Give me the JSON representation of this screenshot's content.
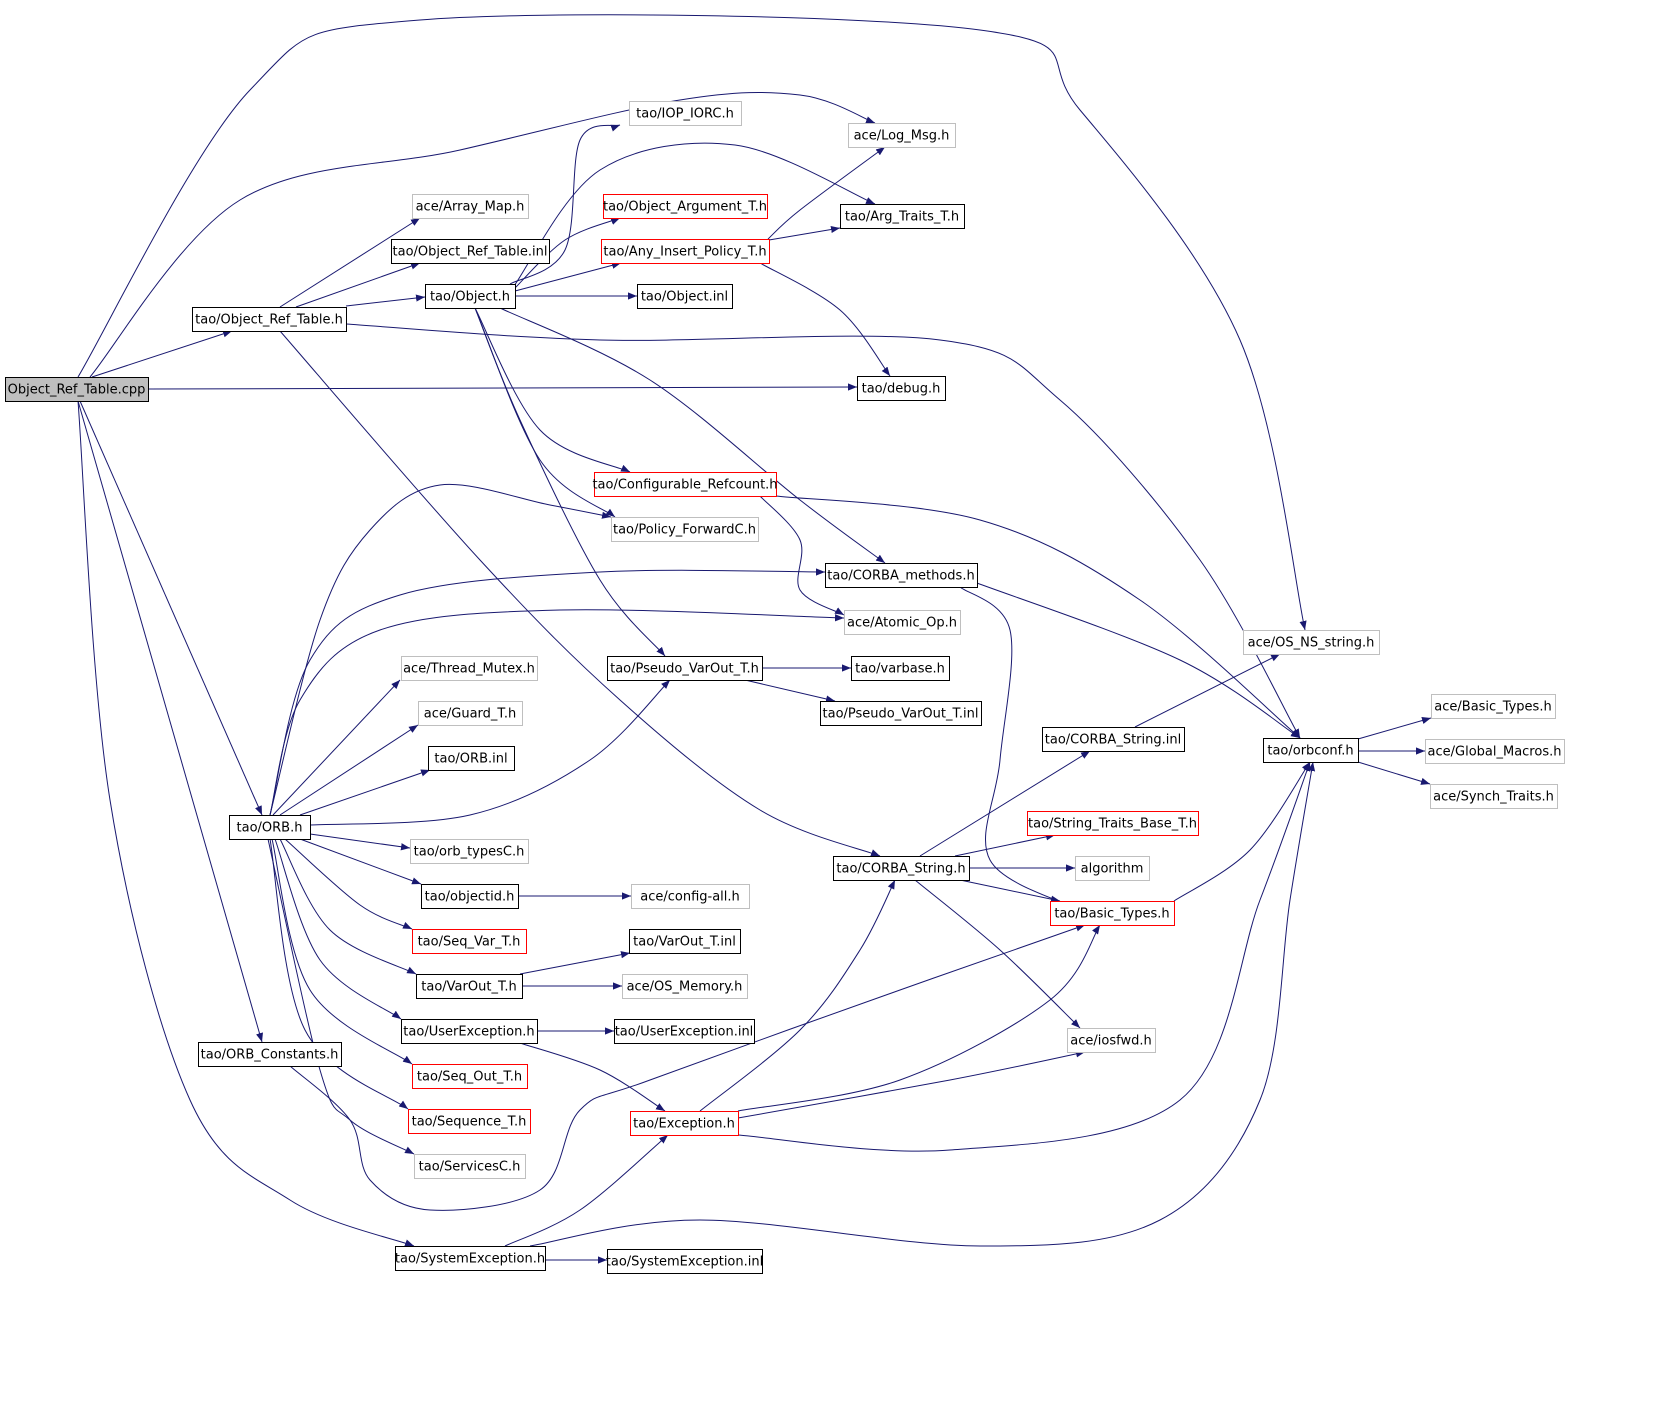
{
  "diagram": {
    "colors": {
      "edge": "#191970",
      "root_fill": "#bfbfbf",
      "border_normal": "#000000",
      "border_missing": "#bfbfbf",
      "border_truncated": "#ff0000"
    },
    "nodes": {
      "cpp": {
        "label": "Object_Ref_Table.cpp",
        "kind": "root"
      },
      "ort_h": {
        "label": "tao/Object_Ref_Table.h",
        "kind": "normal"
      },
      "orb_h": {
        "label": "tao/ORB.h",
        "kind": "normal"
      },
      "orb_constants": {
        "label": "tao/ORB_Constants.h",
        "kind": "normal"
      },
      "sysex_h": {
        "label": "tao/SystemException.h",
        "kind": "normal"
      },
      "array_map": {
        "label": "ace/Array_Map.h",
        "kind": "missing"
      },
      "ort_inl": {
        "label": "tao/Object_Ref_Table.inl",
        "kind": "normal"
      },
      "object_h": {
        "label": "tao/Object.h",
        "kind": "normal"
      },
      "iop_iorc": {
        "label": "tao/IOP_IORC.h",
        "kind": "missing"
      },
      "obj_arg": {
        "label": "tao/Object_Argument_T.h",
        "kind": "truncated"
      },
      "any_insert": {
        "label": "tao/Any_Insert_Policy_T.h",
        "kind": "truncated"
      },
      "object_inl": {
        "label": "tao/Object.inl",
        "kind": "normal"
      },
      "log_msg": {
        "label": "ace/Log_Msg.h",
        "kind": "missing"
      },
      "arg_traits": {
        "label": "tao/Arg_Traits_T.h",
        "kind": "normal"
      },
      "debug_h": {
        "label": "tao/debug.h",
        "kind": "normal"
      },
      "conf_refcount": {
        "label": "tao/Configurable_Refcount.h",
        "kind": "truncated"
      },
      "policy_fwd": {
        "label": "tao/Policy_ForwardC.h",
        "kind": "missing"
      },
      "corba_methods": {
        "label": "tao/CORBA_methods.h",
        "kind": "normal"
      },
      "atomic_op": {
        "label": "ace/Atomic_Op.h",
        "kind": "missing"
      },
      "os_ns_string": {
        "label": "ace/OS_NS_string.h",
        "kind": "missing"
      },
      "thread_mutex": {
        "label": "ace/Thread_Mutex.h",
        "kind": "missing"
      },
      "guard_t": {
        "label": "ace/Guard_T.h",
        "kind": "missing"
      },
      "orb_inl": {
        "label": "tao/ORB.inl",
        "kind": "normal"
      },
      "pseudo_varout": {
        "label": "tao/Pseudo_VarOut_T.h",
        "kind": "normal"
      },
      "varbase": {
        "label": "tao/varbase.h",
        "kind": "normal"
      },
      "pseudo_varout_inl": {
        "label": "tao/Pseudo_VarOut_T.inl",
        "kind": "normal"
      },
      "corba_string_inl": {
        "label": "tao/CORBA_String.inl",
        "kind": "normal"
      },
      "orbconf": {
        "label": "tao/orbconf.h",
        "kind": "normal"
      },
      "basic_types_ace": {
        "label": "ace/Basic_Types.h",
        "kind": "missing"
      },
      "global_macros": {
        "label": "ace/Global_Macros.h",
        "kind": "missing"
      },
      "synch_traits": {
        "label": "ace/Synch_Traits.h",
        "kind": "missing"
      },
      "string_traits": {
        "label": "tao/String_Traits_Base_T.h",
        "kind": "truncated"
      },
      "orb_typesc": {
        "label": "tao/orb_typesC.h",
        "kind": "missing"
      },
      "corba_string": {
        "label": "tao/CORBA_String.h",
        "kind": "normal"
      },
      "algorithm": {
        "label": "algorithm",
        "kind": "missing"
      },
      "objectid": {
        "label": "tao/objectid.h",
        "kind": "normal"
      },
      "config_all": {
        "label": "ace/config-all.h",
        "kind": "missing"
      },
      "basic_types_tao": {
        "label": "tao/Basic_Types.h",
        "kind": "truncated"
      },
      "seq_var": {
        "label": "tao/Seq_Var_T.h",
        "kind": "truncated"
      },
      "varout_inl": {
        "label": "tao/VarOut_T.inl",
        "kind": "normal"
      },
      "varout": {
        "label": "tao/VarOut_T.h",
        "kind": "normal"
      },
      "os_memory": {
        "label": "ace/OS_Memory.h",
        "kind": "missing"
      },
      "userex": {
        "label": "tao/UserException.h",
        "kind": "normal"
      },
      "userex_inl": {
        "label": "tao/UserException.inl",
        "kind": "normal"
      },
      "iosfwd": {
        "label": "ace/iosfwd.h",
        "kind": "missing"
      },
      "seq_out": {
        "label": "tao/Seq_Out_T.h",
        "kind": "truncated"
      },
      "sequence_t": {
        "label": "tao/Sequence_T.h",
        "kind": "truncated"
      },
      "exception": {
        "label": "tao/Exception.h",
        "kind": "truncated"
      },
      "servicesc": {
        "label": "tao/ServicesC.h",
        "kind": "missing"
      },
      "sysex_inl": {
        "label": "tao/SystemException.inl",
        "kind": "normal"
      }
    },
    "edges": [
      [
        "cpp",
        "os_ns_string"
      ],
      [
        "cpp",
        "log_msg"
      ],
      [
        "cpp",
        "ort_h"
      ],
      [
        "cpp",
        "debug_h"
      ],
      [
        "cpp",
        "orb_h"
      ],
      [
        "cpp",
        "orb_constants"
      ],
      [
        "cpp",
        "sysex_h"
      ],
      [
        "ort_h",
        "array_map"
      ],
      [
        "ort_h",
        "ort_inl"
      ],
      [
        "ort_h",
        "object_h"
      ],
      [
        "ort_h",
        "orbconf"
      ],
      [
        "ort_h",
        "corba_string"
      ],
      [
        "object_h",
        "iop_iorc"
      ],
      [
        "object_h",
        "arg_traits"
      ],
      [
        "object_h",
        "obj_arg"
      ],
      [
        "object_h",
        "any_insert"
      ],
      [
        "object_h",
        "object_inl"
      ],
      [
        "object_h",
        "conf_refcount"
      ],
      [
        "object_h",
        "policy_fwd"
      ],
      [
        "object_h",
        "corba_methods"
      ],
      [
        "object_h",
        "pseudo_varout"
      ],
      [
        "obj_arg",
        "log_msg"
      ],
      [
        "any_insert",
        "arg_traits"
      ],
      [
        "any_insert",
        "debug_h"
      ],
      [
        "conf_refcount",
        "atomic_op"
      ],
      [
        "conf_refcount",
        "orbconf"
      ],
      [
        "corba_methods",
        "orbconf"
      ],
      [
        "corba_methods",
        "basic_types_tao"
      ],
      [
        "orb_h",
        "policy_fwd"
      ],
      [
        "orb_h",
        "corba_methods"
      ],
      [
        "orb_h",
        "atomic_op"
      ],
      [
        "orb_h",
        "thread_mutex"
      ],
      [
        "orb_h",
        "guard_t"
      ],
      [
        "orb_h",
        "orb_inl"
      ],
      [
        "orb_h",
        "pseudo_varout"
      ],
      [
        "orb_h",
        "orb_typesc"
      ],
      [
        "orb_h",
        "objectid"
      ],
      [
        "orb_h",
        "seq_var"
      ],
      [
        "orb_h",
        "varout"
      ],
      [
        "orb_h",
        "userex"
      ],
      [
        "orb_h",
        "seq_out"
      ],
      [
        "orb_h",
        "sequence_t"
      ],
      [
        "orb_h",
        "servicesc"
      ],
      [
        "pseudo_varout",
        "varbase"
      ],
      [
        "pseudo_varout",
        "pseudo_varout_inl"
      ],
      [
        "corba_string_inl",
        "os_ns_string"
      ],
      [
        "orbconf",
        "basic_types_ace"
      ],
      [
        "orbconf",
        "global_macros"
      ],
      [
        "orbconf",
        "synch_traits"
      ],
      [
        "corba_string",
        "corba_string_inl"
      ],
      [
        "corba_string",
        "string_traits"
      ],
      [
        "corba_string",
        "algorithm"
      ],
      [
        "corba_string",
        "basic_types_tao"
      ],
      [
        "corba_string",
        "iosfwd"
      ],
      [
        "objectid",
        "config_all"
      ],
      [
        "varout",
        "varout_inl"
      ],
      [
        "varout",
        "os_memory"
      ],
      [
        "userex",
        "userex_inl"
      ],
      [
        "userex",
        "exception"
      ],
      [
        "basic_types_tao",
        "orbconf"
      ],
      [
        "exception",
        "corba_string"
      ],
      [
        "exception",
        "basic_types_tao"
      ],
      [
        "exception",
        "iosfwd"
      ],
      [
        "exception",
        "orbconf"
      ],
      [
        "orb_constants",
        "basic_types_tao"
      ],
      [
        "sysex_h",
        "exception"
      ],
      [
        "sysex_h",
        "sysex_inl"
      ],
      [
        "sysex_h",
        "orbconf"
      ]
    ]
  }
}
